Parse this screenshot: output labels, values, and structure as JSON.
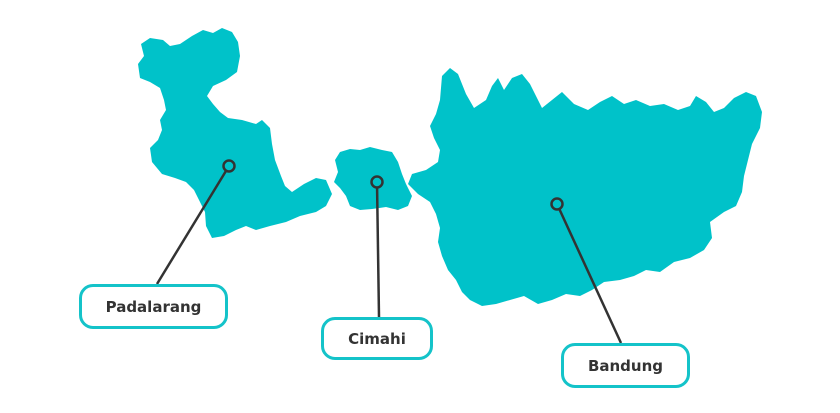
{
  "colors": {
    "region_fill": "#00c2c9",
    "label_border": "#14c3c9",
    "leader_line": "#333333",
    "label_text": "#333333",
    "background": "#ffffff"
  },
  "regions": [
    {
      "id": "padalarang",
      "label": "Padalarang"
    },
    {
      "id": "cimahi",
      "label": "Cimahi"
    },
    {
      "id": "bandung",
      "label": "Bandung"
    }
  ]
}
